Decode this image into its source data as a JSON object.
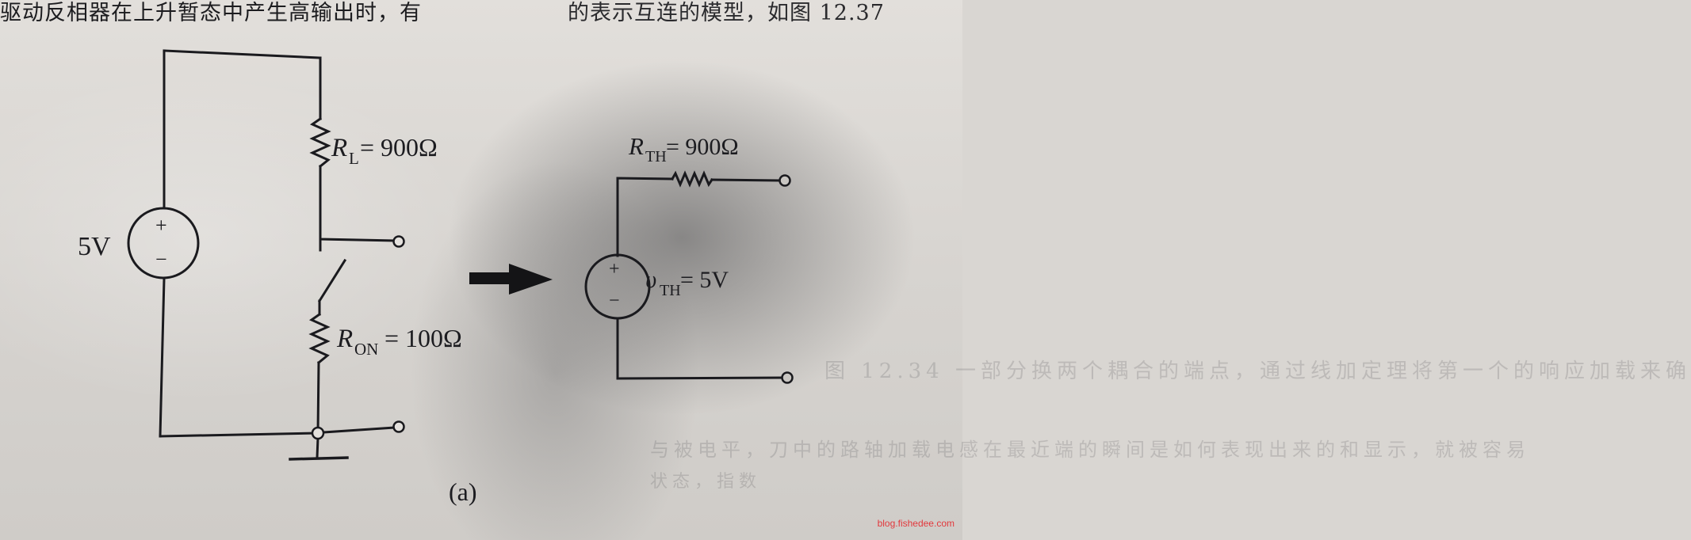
{
  "header": {
    "line_left": "驱动反相器在上升暂态中产生高输出时，有",
    "line_right": "的表示互连的模型，如图 12.37"
  },
  "left_circuit": {
    "source_label": "5V",
    "source_plus": "+",
    "source_minus": "−",
    "rl_symbol": "R",
    "rl_sub": "L",
    "rl_value": " = 900Ω",
    "ron_symbol": "R",
    "ron_sub": "ON",
    "ron_value": " = 100Ω"
  },
  "right_circuit": {
    "rth_symbol": "R",
    "rth_sub": "TH",
    "rth_value": " = 900Ω",
    "vth_symbol": "υ",
    "vth_sub": "TH",
    "vth_value": " = 5V",
    "source_plus": "+",
    "source_minus": "−"
  },
  "caption": "(a)",
  "watermark": "blog.fishedee.com",
  "background_text": [
    "图 12.34  一部分换两个耦合的端点，通过线加定理将第一个的响应加载来确",
    "与被电平，刀中的路轴加载电感在最近端的瞬间是如何表现出来的和显示，就被容易",
    "状态，指数"
  ]
}
